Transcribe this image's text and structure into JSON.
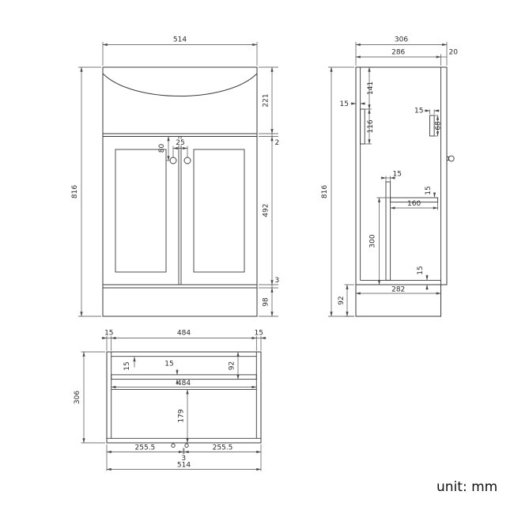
{
  "unit_label": "unit: mm",
  "front_view": {
    "overall_width": "514",
    "overall_height": "816",
    "basin_section_height": "221",
    "counter_gap": "2",
    "door_height": "492",
    "bottom_gap": "3",
    "plinth_height": "98",
    "handle_drop": "80",
    "handle_spacing": "25"
  },
  "side_view": {
    "overall_depth": "306",
    "carcass_depth": "286",
    "door_thickness": "20",
    "overall_height": "816",
    "top_to_rail": "141",
    "back_panel_thickness": "15",
    "back_rail_height": "116",
    "front_rail_thickness": "15",
    "front_rail_height": "68",
    "partition_thickness": "15",
    "shelf_depth": "160",
    "shelf_thickness": "15",
    "shelf_to_base": "300",
    "base_panel_thickness": "15",
    "base_depth": "282",
    "plinth_height": "92"
  },
  "plan_view": {
    "left_wall_thickness": "15",
    "inner_width_top": "484",
    "right_wall_thickness": "15",
    "overall_depth": "306",
    "back_panel_thickness": "15",
    "back_rail_thickness": "15",
    "back_rail_depth": "92",
    "inner_width": "484",
    "front_clear_depth": "179",
    "left_door_width": "255.5",
    "door_gap": "3",
    "right_door_width": "255.5",
    "overall_width": "514"
  }
}
